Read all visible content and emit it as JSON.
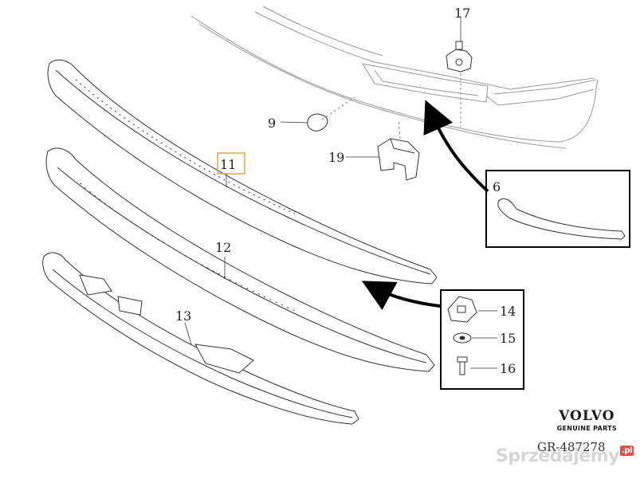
{
  "callouts": {
    "c6": "6",
    "c9": "9",
    "c11": "11",
    "c12": "12",
    "c13": "13",
    "c14": "14",
    "c15": "15",
    "c16": "16",
    "c17": "17",
    "c19": "19"
  },
  "brand": {
    "name": "VOLVO",
    "subtitle": "GENUINE PARTS"
  },
  "reference": "GR-487278",
  "watermark": {
    "text": "Sprzedajemy",
    "suffix": ".pl"
  },
  "colors": {
    "line": "#333333",
    "faint": "#9a9a9a",
    "highlight": "#e8a64a",
    "arrow": "#000000"
  }
}
